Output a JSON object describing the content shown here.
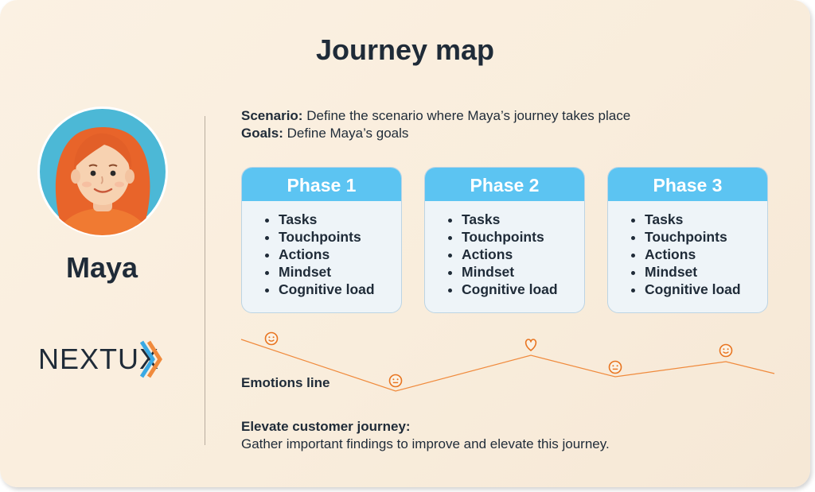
{
  "title": "Journey map",
  "persona": {
    "name": "Maya"
  },
  "brand": {
    "logo_text": "NEXTUX",
    "accent": "#f08a3c",
    "accent_blue": "#3aa9e4"
  },
  "scenario": {
    "label": "Scenario:",
    "text": " Define the scenario where Maya’s journey takes place"
  },
  "goals": {
    "label": "Goals:",
    "text": " Define Maya’s goals"
  },
  "phases": [
    {
      "title": "Phase 1",
      "items": [
        "Tasks",
        "Touchpoints",
        "Actions",
        "Mindset",
        "Cognitive load"
      ]
    },
    {
      "title": "Phase 2",
      "items": [
        "Tasks",
        "Touchpoints",
        "Actions",
        "Mindset",
        "Cognitive load"
      ]
    },
    {
      "title": "Phase 3",
      "items": [
        "Tasks",
        "Touchpoints",
        "Actions",
        "Mindset",
        "Cognitive load"
      ]
    }
  ],
  "emotions": {
    "label": "Emotions line",
    "points": [
      {
        "icon": "smile-icon"
      },
      {
        "icon": "neutral-face-icon"
      },
      {
        "icon": "heart-icon"
      },
      {
        "icon": "neutral-face-icon"
      },
      {
        "icon": "smile-icon"
      }
    ],
    "line_color": "#f08a3c"
  },
  "elevate": {
    "title": "Elevate customer journey:",
    "text": "Gather important findings to improve and elevate this journey."
  },
  "colors": {
    "phase_header": "#5cc4f2",
    "phase_body": "#eef4f8",
    "background": "#fbf1e3",
    "text": "#1f2b38"
  }
}
